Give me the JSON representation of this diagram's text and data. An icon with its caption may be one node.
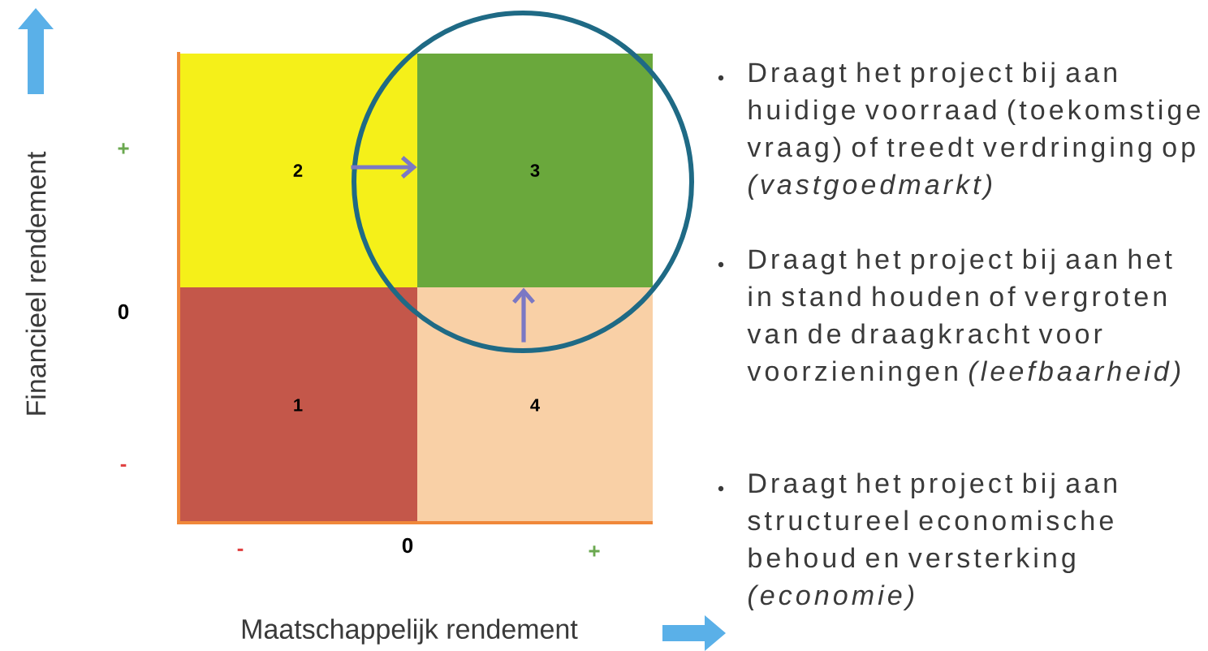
{
  "diagram": {
    "nodes": [
      {
        "text": [
          "2"
        ]
      },
      {
        "text": [
          "3"
        ]
      },
      {
        "text": [
          "1"
        ]
      },
      {
        "text": [
          "4"
        ]
      }
    ],
    "edges": [
      {
        "from": 0,
        "to": 1,
        "arrow": "to"
      },
      {
        "from": 3,
        "to": 1,
        "arrow": "to"
      }
    ],
    "labels": [
      "Financieel rendement",
      "+",
      "0",
      "-",
      "-",
      "0",
      "+",
      "Maatschappelijk rendement",
      "Draagt het project bij aan huidige voorraad (toekomstige vraag) of treedt verdringing op *(vastgoedmarkt)*",
      "Draagt het project bij aan het in stand houden of vergroten van de draagkracht voor voorzieningen *(leefbaarheid)*",
      "Draagt het project bij aan structureel economische behoud en versterking *(economie)*"
    ]
  }
}
